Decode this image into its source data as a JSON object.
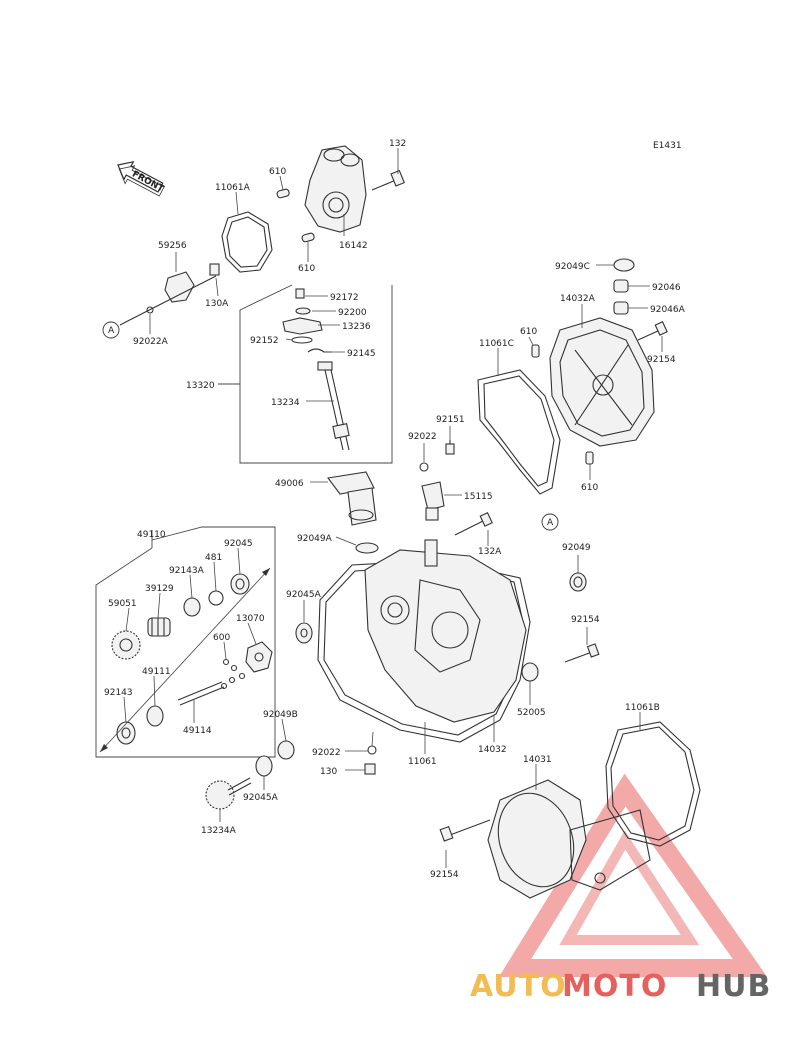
{
  "diagram": {
    "code": "E1431",
    "front_label": "FRONT",
    "callout_marker": "A",
    "parts": {
      "p132": "132",
      "p610a": "610",
      "p610b": "610",
      "p610c": "610",
      "p610d": "610",
      "p11061A": "11061A",
      "p16142": "16142",
      "p59256": "59256",
      "p130A": "130A",
      "p92022A": "92022A",
      "p92172": "92172",
      "p92200": "92200",
      "p13236": "13236",
      "p92152": "92152",
      "p92145": "92145",
      "p13320": "13320",
      "p13234": "13234",
      "p49006": "49006",
      "p92022": "92022",
      "p92151": "92151",
      "p15115": "15115",
      "p92049A": "92049A",
      "p132A": "132A",
      "p11061C": "11061C",
      "p92049C": "92049C",
      "p92046": "92046",
      "p14032A": "14032A",
      "p92046A": "92046A",
      "p92154a": "92154",
      "p92154b": "92154",
      "p92154c": "92154",
      "p92049": "92049",
      "p49110": "49110",
      "p481": "481",
      "p92045": "92045",
      "p92143A": "92143A",
      "p39129": "39129",
      "p59051": "59051",
      "p13070": "13070",
      "p92045A": "92045A",
      "p600": "600",
      "p49111": "49111",
      "p49114": "49114",
      "p92143": "92143",
      "p92049B": "92049B",
      "p92022b": "92022",
      "p130": "130",
      "p11061": "11061",
      "p14032": "14032",
      "p52005": "52005",
      "p11061B": "11061B",
      "p14031": "14031",
      "p92045Ab": "92045A",
      "p13234A": "13234A"
    }
  },
  "watermark": {
    "part1": "AUTO",
    "part2": "MOTO",
    "part3": "HUB",
    "color1": "#f2b441",
    "color2": "#e3514c",
    "color3": "#555555",
    "triangle_color": "#e3514c"
  }
}
